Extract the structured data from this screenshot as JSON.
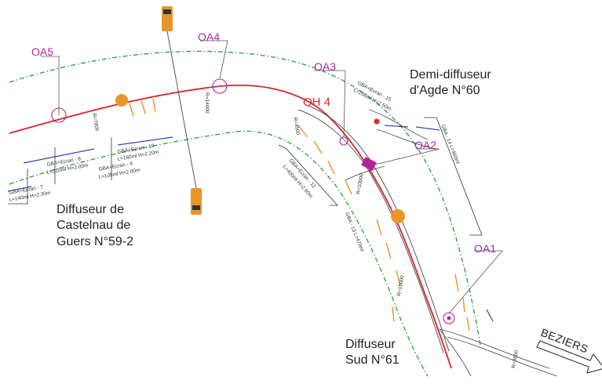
{
  "structures": {
    "oa5": "OA5",
    "oa4": "OA4",
    "oa3": "OA3",
    "oa2": "OA2",
    "oa1": "OA1",
    "oh4": "OH 4"
  },
  "places": {
    "castelnau": [
      "Diffuseur de",
      "Castelnau de",
      "Guers N°59-2"
    ],
    "agde": [
      "Demi-diffuseur",
      "d'Agde N°60"
    ],
    "sud": [
      "Diffuseur",
      "Sud N°61"
    ]
  },
  "direction": {
    "label": "BEZIERS"
  },
  "annotations": {
    "wall_left_1": "GBA+Ecran - 8",
    "wall_left_1b": "L=320ml H=2.00m",
    "wall_left_2": "GBA+Ecran - 10",
    "wall_left_2b": "L=160ml H=2.20m",
    "wall_left_3": "GBA+Ecran - 9",
    "wall_left_3b": "L=105ml H=2.00m",
    "wall_left_4": "GBA+Ecran - 7",
    "wall_left_4b": "L=140ml H=2.30m",
    "wall_mid": "GBA+Ecran - 12",
    "wall_mid_b": "L=400ml H=2.60m",
    "wall_top": "GBA+Ecran - 15",
    "wall_top_b": "L=200ml H=2.50m",
    "wall_right": "GBA - 14 L=460ml",
    "wall_low": "GBA - 13 L=470ml",
    "radius_a": "R=14000",
    "radius_b": "R=4500",
    "radius_c": "R=7800",
    "radius_d": "R=15000",
    "radius_e": "R=10000",
    "radius_f": "R=3600"
  },
  "colors": {
    "axis": "#d8262a",
    "green": "#2a9a3c",
    "orange": "#f0901e",
    "magenta": "#b0249a",
    "blue": "#3a46b6",
    "gray": "#555555",
    "marker": "#e8962a"
  }
}
